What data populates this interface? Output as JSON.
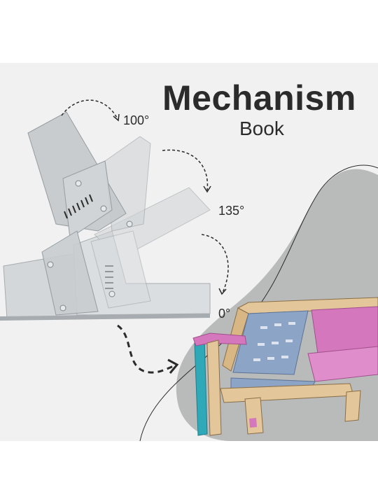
{
  "title": {
    "main": "Mechanism",
    "sub": "Book"
  },
  "angles": {
    "a100": "100°",
    "a135": "135°",
    "a0": "0°"
  },
  "colors": {
    "band": "#f1f1f1",
    "blob": "#b9bbbb",
    "bracket": "#cfd3d6",
    "wood": "#e3c79a",
    "foam": "#d477bc",
    "mesh": "#8ca4c6",
    "teal": "#2fa8b8",
    "text": "#2b2b2b"
  },
  "icons": [
    "dashed-arc-arrow",
    "dashed-curved-arrow",
    "spring-coil"
  ]
}
